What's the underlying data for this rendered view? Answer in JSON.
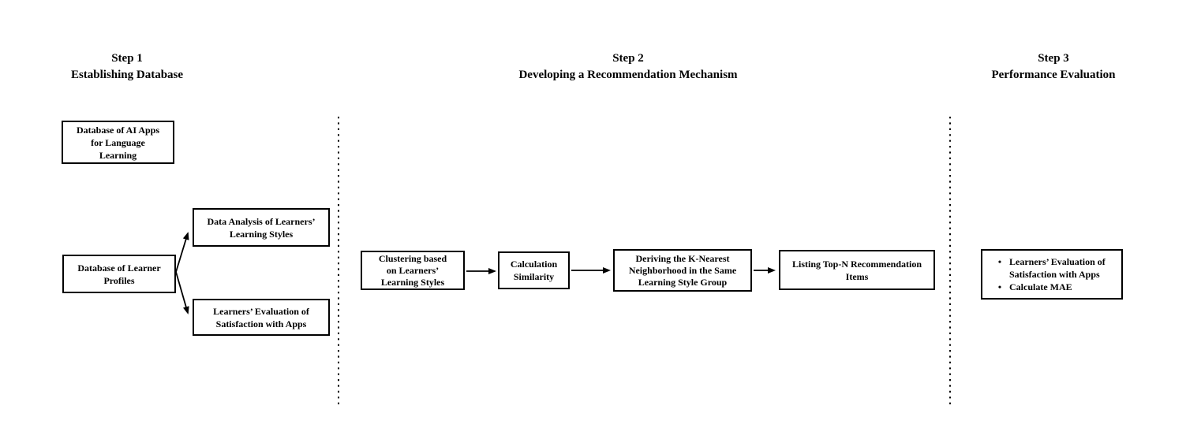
{
  "colors": {
    "ink": "#000000",
    "background": "#ffffff"
  },
  "headers": {
    "step1": {
      "line1": "Step 1",
      "line2": "Establishing Database"
    },
    "step2": {
      "line1": "Step 2",
      "line2": "Developing a Recommendation Mechanism"
    },
    "step3": {
      "line1": "Step 3",
      "line2": "Performance Evaluation"
    }
  },
  "boxes": {
    "ai_apps": {
      "lines": [
        "Database of AI Apps",
        "for Language",
        "Learning"
      ]
    },
    "learner_profiles": {
      "lines": [
        "Database of Learner",
        "Profiles"
      ]
    },
    "data_analysis": {
      "lines": [
        "Data Analysis of Learners’",
        "Learning Styles"
      ]
    },
    "learners_eval": {
      "lines": [
        "Learners’ Evaluation of",
        "Satisfaction with Apps"
      ]
    },
    "clustering": {
      "lines": [
        "Clustering based",
        "on Learners’",
        "Learning Styles"
      ]
    },
    "calc_similarity": {
      "lines": [
        "Calculation",
        "Similarity"
      ]
    },
    "knn": {
      "lines": [
        "Deriving the K-Nearest",
        "Neighborhood in the Same",
        "Learning Style Group"
      ]
    },
    "top_n": {
      "lines": [
        "Listing Top-N Recommendation",
        "Items"
      ]
    },
    "evaluation": {
      "bullet_char": "•",
      "bullets": [
        "Learners’ Evaluation of Satisfaction with Apps",
        "Calculate MAE"
      ]
    }
  }
}
